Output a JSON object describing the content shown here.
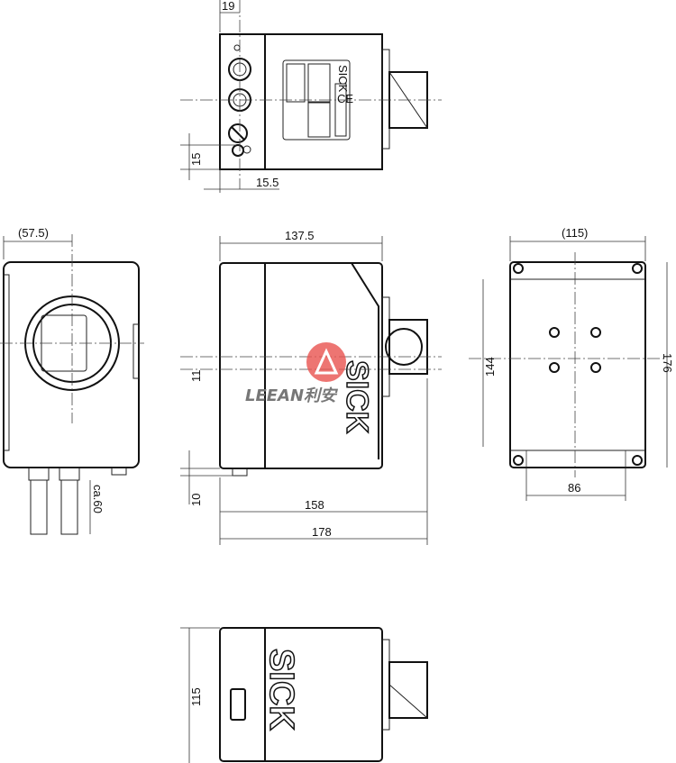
{
  "dimensions": {
    "top_width_connector": "19",
    "top_offset_height": "15",
    "top_offset_width": "15.5",
    "front_half_width": "(57.5)",
    "side_body_length": "137.5",
    "back_width": "(115)",
    "side_offset_height": "11",
    "back_hole_spacing_v": "144",
    "back_height": "176",
    "side_connector_height": "10",
    "front_cable_clearance": "ca.60",
    "side_length_158": "158",
    "side_length_178": "178",
    "back_hole_spacing_h": "86",
    "bottom_width": "115"
  },
  "logos": {
    "brand": "SICK",
    "brand_small": "SICK",
    "ce_mark": "CE",
    "watermark": "LEEAN利安"
  },
  "colors": {
    "line": "#111111",
    "watermark": "#e8534f"
  }
}
